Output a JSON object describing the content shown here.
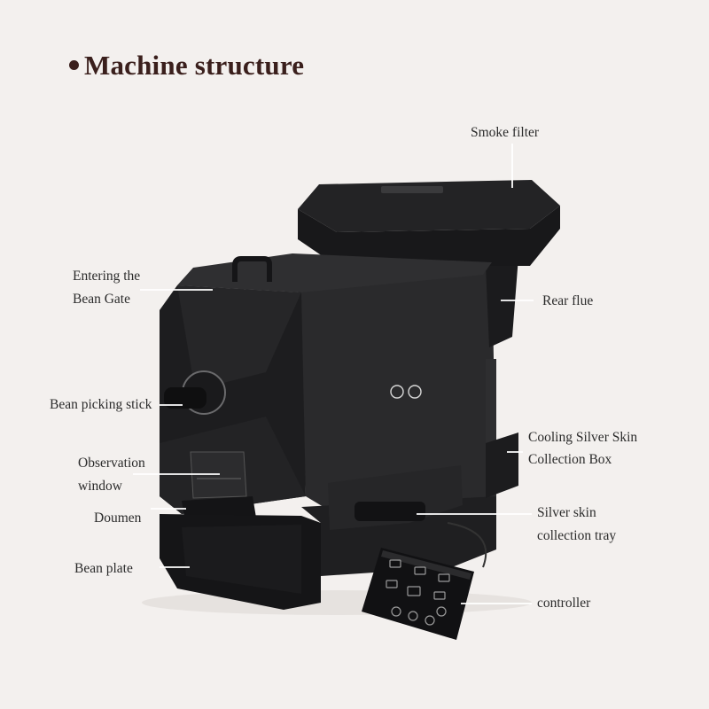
{
  "title": "Machine structure",
  "labels": {
    "smoke_filter": "Smoke filter",
    "entering_bean_gate_line1": "Entering the",
    "entering_bean_gate_line2": "Bean Gate",
    "rear_flue": "Rear flue",
    "bean_picking_stick": "Bean picking stick",
    "cooling_box_line1": "Cooling Silver Skin",
    "cooling_box_line2": "Collection Box",
    "observation_line1": "Observation",
    "observation_line2": "window",
    "doumen": "Doumen",
    "silver_tray_line1": "Silver skin",
    "silver_tray_line2": "collection tray",
    "bean_plate": "Bean plate",
    "controller": "controller"
  },
  "colors": {
    "background": "#f3f0ee",
    "title": "#3a1f1c",
    "machine": "#1f1f21",
    "leader_line": "#ffffff"
  }
}
